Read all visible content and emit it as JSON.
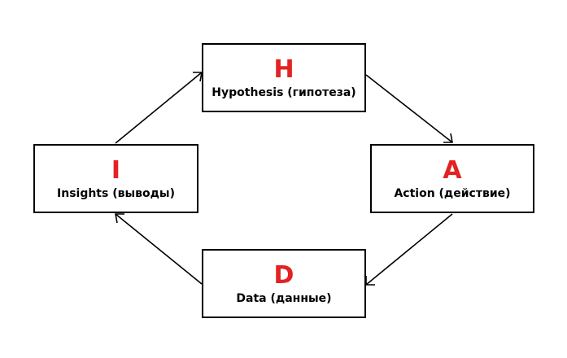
{
  "diagram": {
    "nodes": {
      "h": {
        "letter": "H",
        "label": "Hypothesis (гипотеза)"
      },
      "a": {
        "letter": "A",
        "label": "Action (действие)"
      },
      "d": {
        "letter": "D",
        "label": "Data (данные)"
      },
      "i": {
        "letter": "I",
        "label": "Insights (выводы)"
      }
    },
    "edges": [
      {
        "from": "h",
        "to": "a"
      },
      {
        "from": "a",
        "to": "d"
      },
      {
        "from": "d",
        "to": "i"
      },
      {
        "from": "i",
        "to": "h"
      }
    ],
    "colors": {
      "letter": "#e32222",
      "stroke": "#000000",
      "background": "#ffffff"
    }
  }
}
